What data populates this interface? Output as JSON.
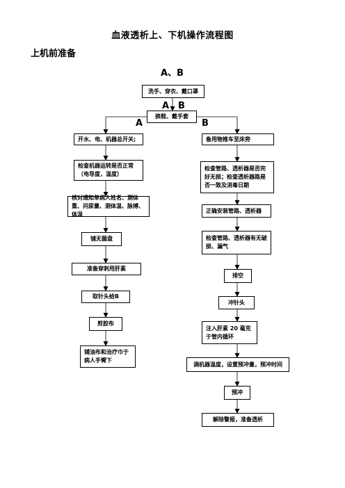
{
  "title": "血液透析上、下机操作流程图",
  "subtitle": "上机前准备",
  "labels": {
    "top_ab": "A、B",
    "a1": "A",
    "b1": "B",
    "a2": "A",
    "b2": "B"
  },
  "nodes": {
    "wash": "洗手、穿衣、戴口罩",
    "shoes": "换鞋、戴手套",
    "left": [
      "开水、电、机器总开关;",
      "检查机器运转是否正常（电导度，温度）",
      "核对通知单病人姓名、测体重、问尿量、测体温、脉搏、体温",
      "铺无菌盘",
      "准备穿刺用肝素",
      "取针头给B",
      "剪胶布",
      "铺油布和治疗巾于病人手臂下"
    ],
    "right": [
      "备用物推车至床旁",
      "检查管路、透析器是否完好无损；检查透析器路是否一致及消毒日期",
      "正确安装管路、透析器",
      "检查管路、透析器有无破损、漏气",
      "排空",
      "冲针头",
      "注入肝素 20 毫克于管内循环",
      "调机器温度，设置预冲量，预冲时间",
      "预冲",
      "解除警报，准备透析"
    ]
  }
}
